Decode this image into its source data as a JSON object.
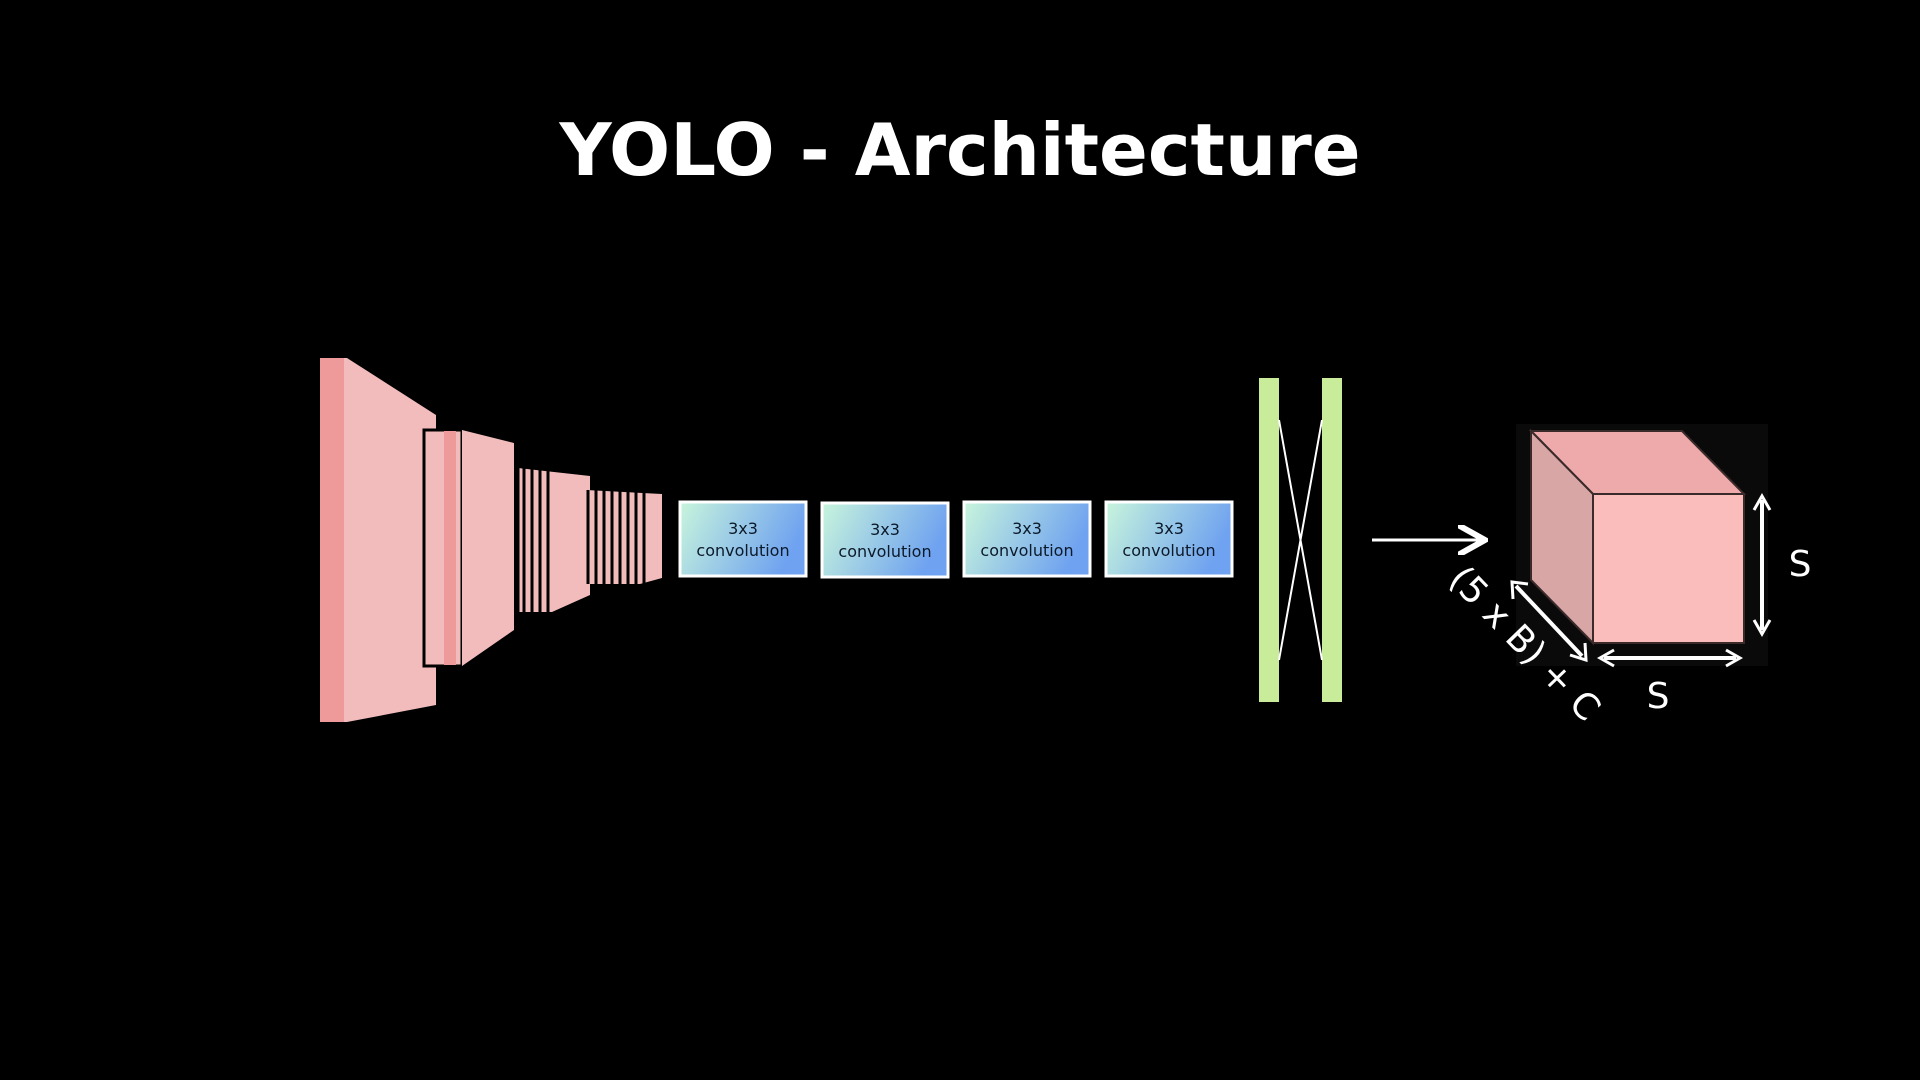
{
  "title": "YOLO - Architecture",
  "conv_blocks": [
    {
      "line1": "3x3",
      "line2": "convolution"
    },
    {
      "line1": "3x3",
      "line2": "convolution"
    },
    {
      "line1": "3x3",
      "line2": "convolution"
    },
    {
      "line1": "3x3",
      "line2": "convolution"
    }
  ],
  "output_tensor": {
    "height_label": "S",
    "width_label": "S",
    "depth_label": "(5 x B) + C"
  },
  "colors": {
    "background": "#000000",
    "backbone_pink": "#f2bcbc",
    "backbone_edge": "#ee9a9a",
    "conv_gradient_start": "#c8f5dc",
    "conv_gradient_end": "#6fa2f0",
    "fc_green": "#c8ec9a",
    "tensor_front": "#fbbcbc",
    "tensor_top": "#eeaaaa",
    "tensor_side": "#d9a6a6"
  }
}
